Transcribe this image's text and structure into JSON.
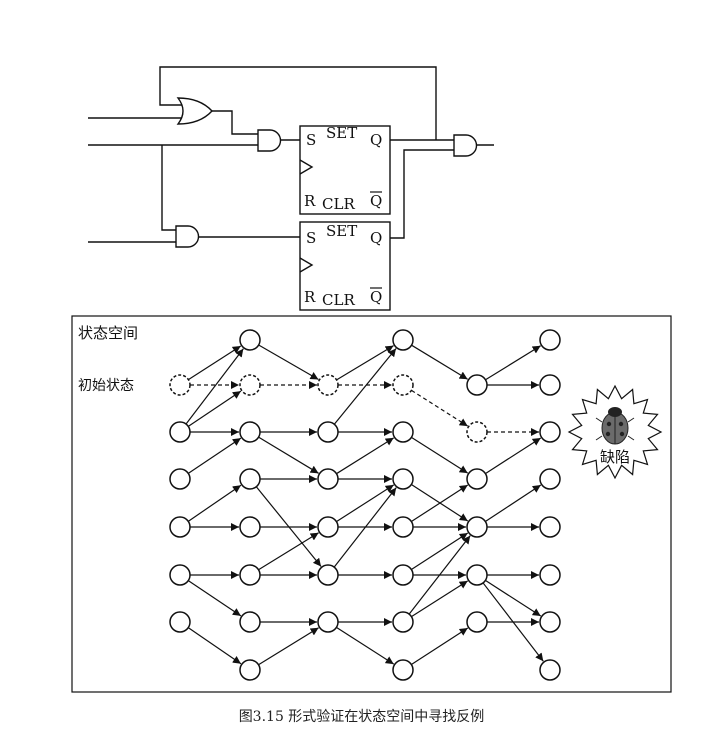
{
  "circuit": {
    "flipflop_top": {
      "s": "S",
      "set": "SET",
      "q": "Q",
      "r": "R",
      "clr": "CLR",
      "qbar": "Q"
    },
    "flipflop_bottom": {
      "s": "S",
      "set": "SET",
      "q": "Q",
      "r": "R",
      "clr": "CLR",
      "qbar": "Q"
    }
  },
  "state_space": {
    "title": "状态空间",
    "initial_label": "初始状态",
    "defect_label": "缺陷"
  },
  "caption": "图3.15 形式验证在状态空间中寻找反例",
  "colors": {
    "line": "#111111",
    "bug_body": "#6b6b6b",
    "bug_spot": "#222222"
  }
}
